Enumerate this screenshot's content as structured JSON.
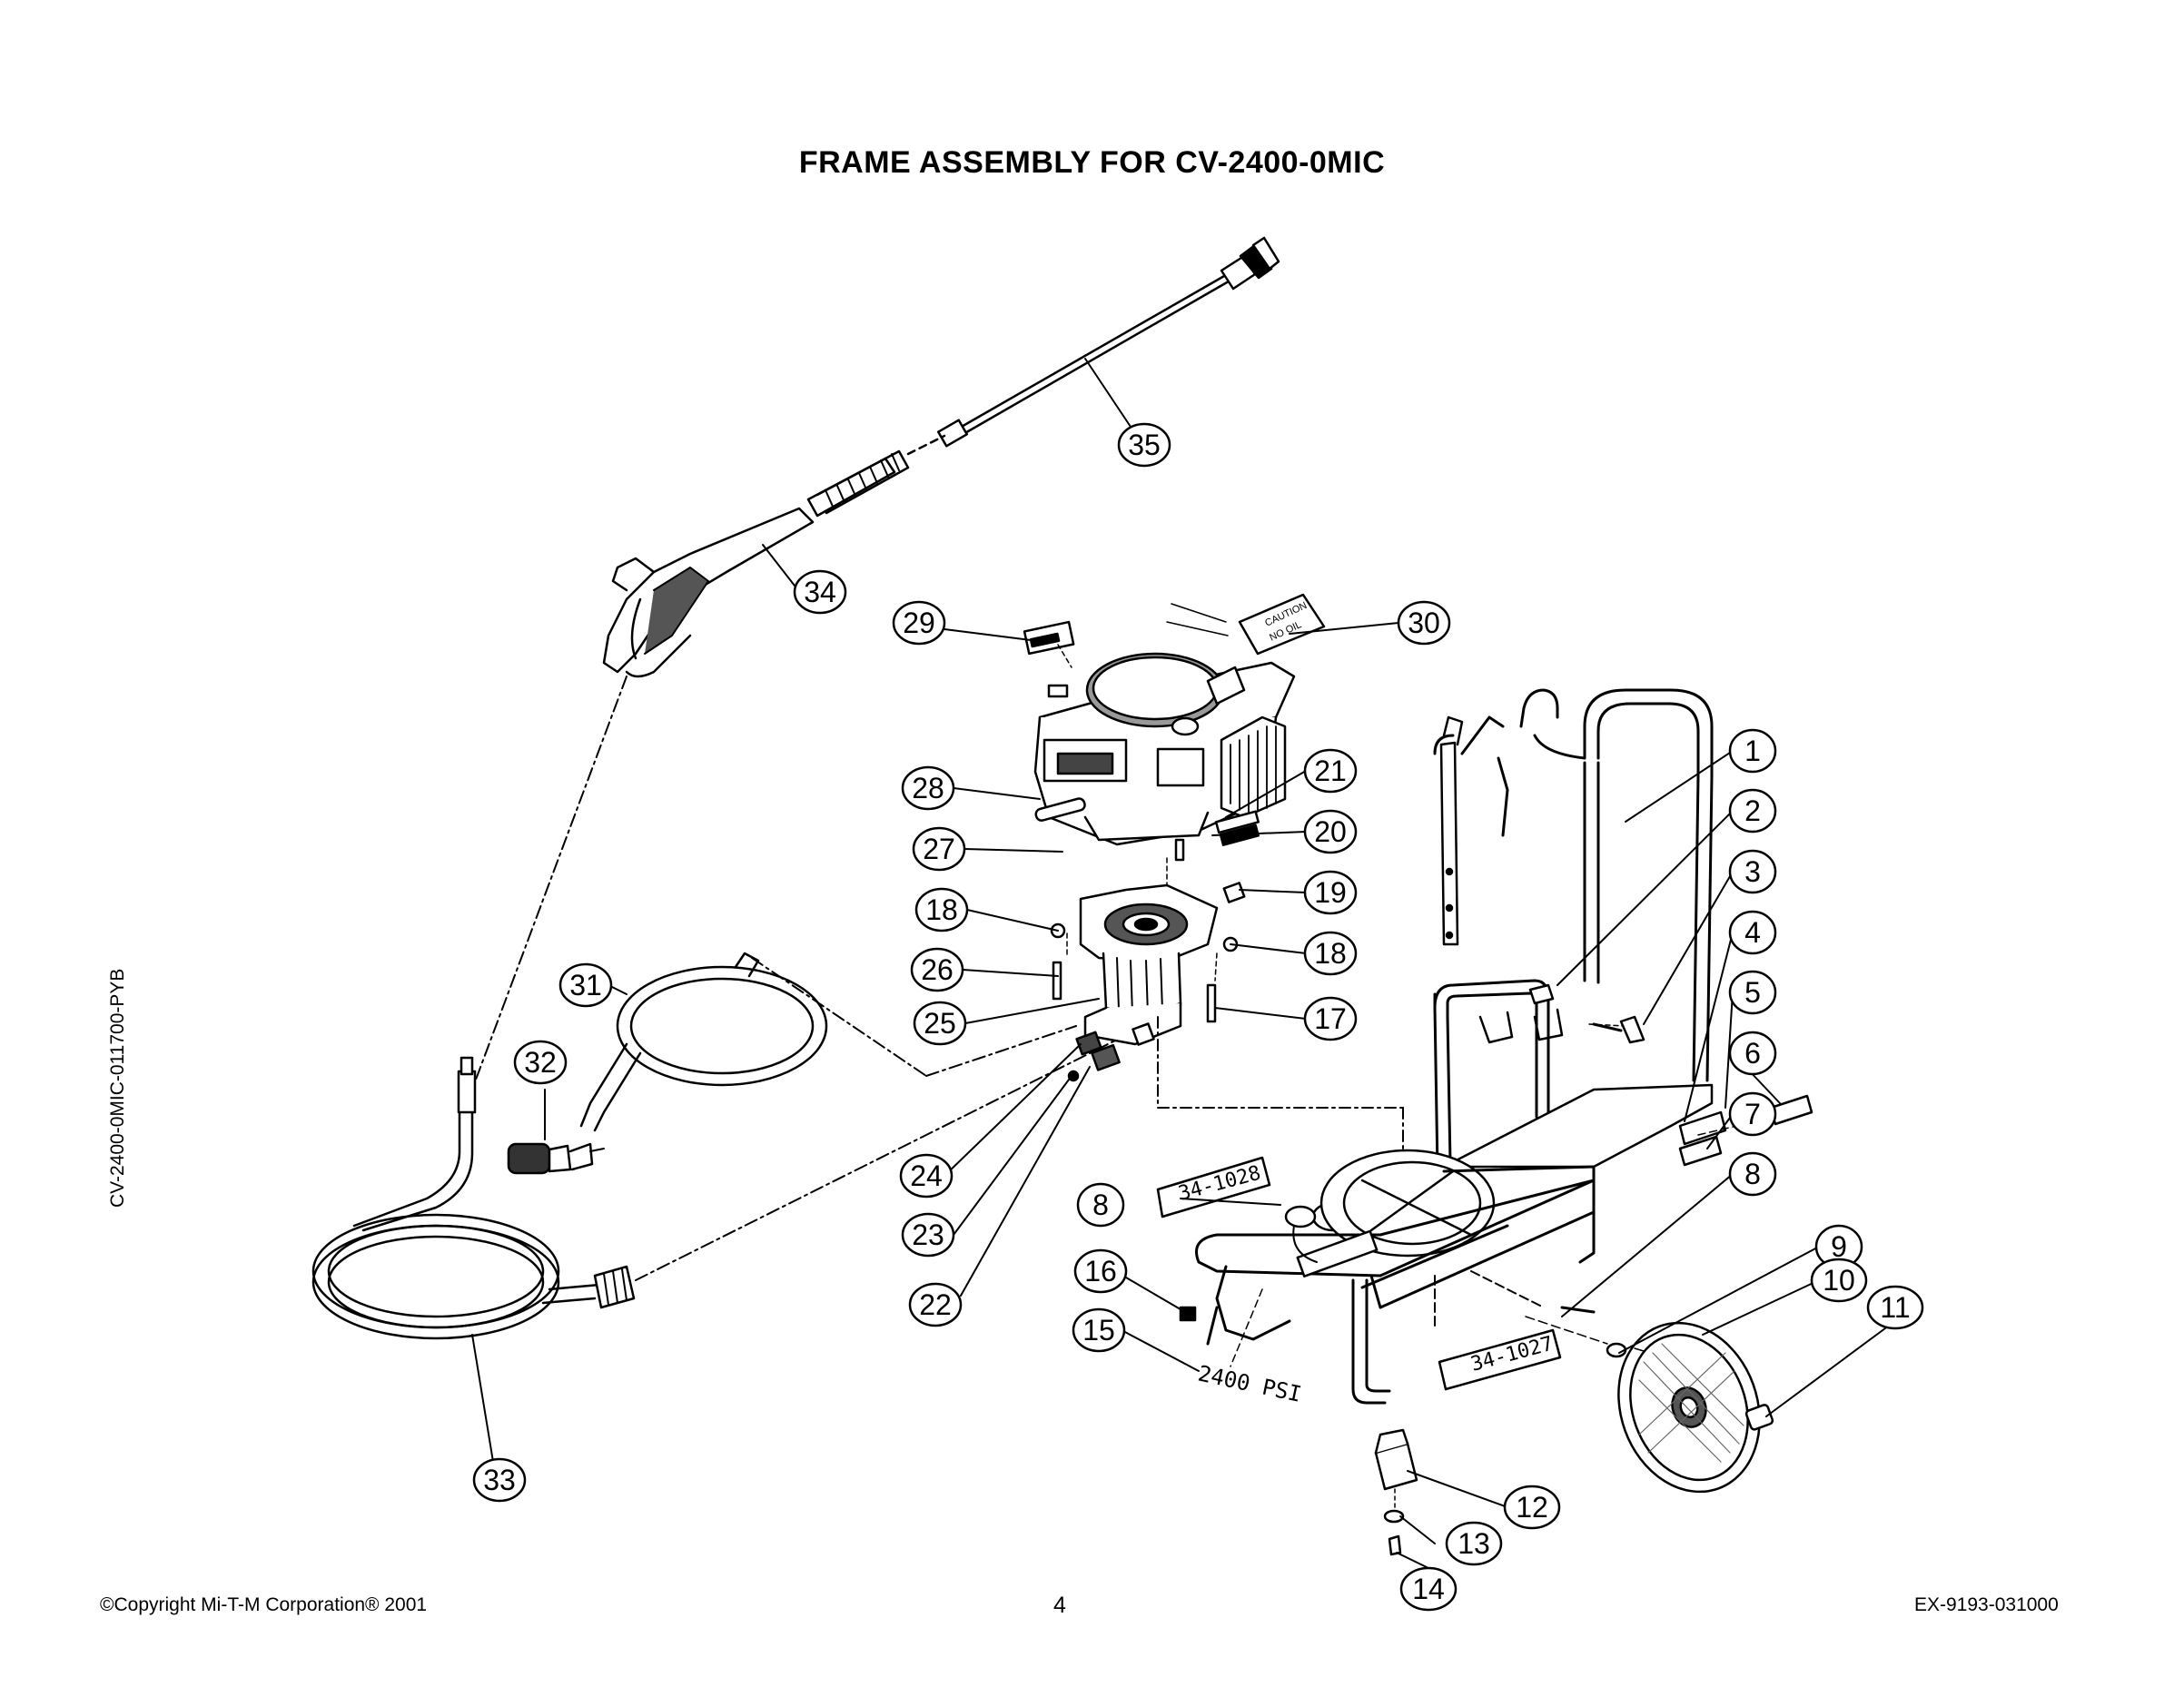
{
  "title": "FRAME ASSEMBLY FOR CV-2400-0MIC",
  "side_code": "CV-2400-0MIC-011700-PYB",
  "footer": {
    "copyright": "©Copyright Mi-T-M Corporation® 2001",
    "page_number": "4",
    "doc_code": "EX-9193-031000"
  },
  "labels": {
    "decal_left": "34-1028",
    "decal_right": "34-1027",
    "psi": "2400 PSI",
    "caution_line1": "CAUTION",
    "caution_line2": "NO OIL"
  },
  "callouts": [
    {
      "id": "c1",
      "num": "1"
    },
    {
      "id": "c2",
      "num": "2"
    },
    {
      "id": "c3",
      "num": "3"
    },
    {
      "id": "c4",
      "num": "4"
    },
    {
      "id": "c5",
      "num": "5"
    },
    {
      "id": "c6",
      "num": "6"
    },
    {
      "id": "c7",
      "num": "7"
    },
    {
      "id": "c8a",
      "num": "8"
    },
    {
      "id": "c8b",
      "num": "8"
    },
    {
      "id": "c9",
      "num": "9"
    },
    {
      "id": "c10",
      "num": "10"
    },
    {
      "id": "c11",
      "num": "11"
    },
    {
      "id": "c12",
      "num": "12"
    },
    {
      "id": "c13",
      "num": "13"
    },
    {
      "id": "c14",
      "num": "14"
    },
    {
      "id": "c15",
      "num": "15"
    },
    {
      "id": "c16",
      "num": "16"
    },
    {
      "id": "c17",
      "num": "17"
    },
    {
      "id": "c18a",
      "num": "18"
    },
    {
      "id": "c18b",
      "num": "18"
    },
    {
      "id": "c19",
      "num": "19"
    },
    {
      "id": "c20",
      "num": "20"
    },
    {
      "id": "c21",
      "num": "21"
    },
    {
      "id": "c22",
      "num": "22"
    },
    {
      "id": "c23",
      "num": "23"
    },
    {
      "id": "c24",
      "num": "24"
    },
    {
      "id": "c25",
      "num": "25"
    },
    {
      "id": "c26",
      "num": "26"
    },
    {
      "id": "c27",
      "num": "27"
    },
    {
      "id": "c28",
      "num": "28"
    },
    {
      "id": "c29",
      "num": "29"
    },
    {
      "id": "c30",
      "num": "30"
    },
    {
      "id": "c31",
      "num": "31"
    },
    {
      "id": "c32",
      "num": "32"
    },
    {
      "id": "c33",
      "num": "33"
    },
    {
      "id": "c34",
      "num": "34"
    },
    {
      "id": "c35",
      "num": "35"
    }
  ]
}
